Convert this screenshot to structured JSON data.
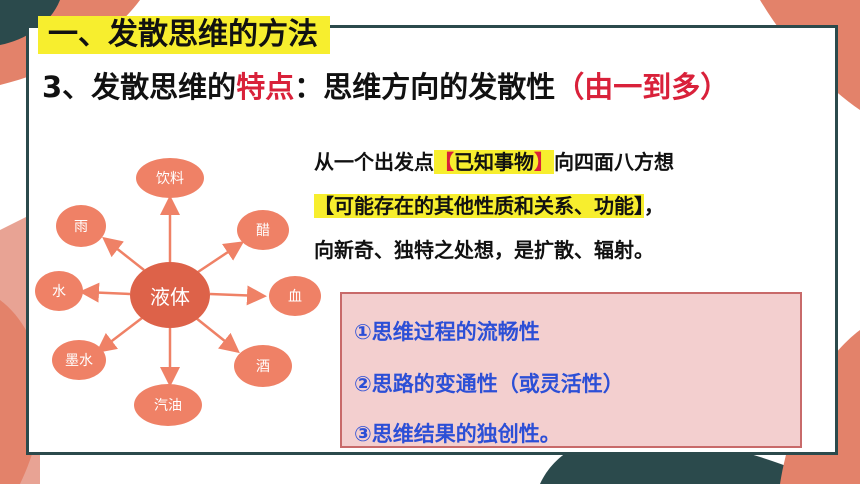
{
  "title_section": "一、发散思维的方法",
  "subtitle": {
    "prefix": "3、发散思维的",
    "highlight": "特点",
    "middle": "：思维方向的发散性",
    "paren": "（由一到多）"
  },
  "paragraph": {
    "part1": "从一个出发点",
    "bracket1_open": "【",
    "bracket1_text": "已知事物",
    "bracket1_close": "】",
    "part2": "向四面八方想",
    "bracket2_open": "【",
    "bracket2_text": "可能存在的其他性质和关系、功能",
    "bracket2_close": "】",
    "part3": "，",
    "part4": "向新奇、独特之处想，是扩散、辐射。"
  },
  "features": [
    "①思维过程的流畅性",
    "②思路的变通性（或灵活性）",
    "③思维结果的独创性。"
  ],
  "mindmap": {
    "center": "液体",
    "nodes": [
      "饮料",
      "醋",
      "血",
      "酒",
      "汽油",
      "墨水",
      "水",
      "雨"
    ]
  },
  "colors": {
    "title_bg": "#f7ee2e",
    "accent_red": "#d9213a",
    "node_fill": "#ef8166",
    "box_fill": "#f3cfcf",
    "box_text": "#2c4fd6",
    "frame": "#2b4a4c"
  }
}
